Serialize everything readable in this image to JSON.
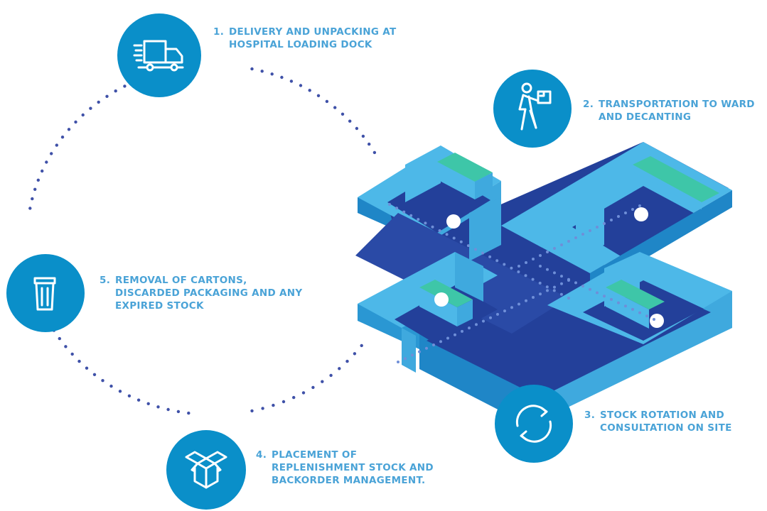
{
  "colors": {
    "circle": "#0a8fc9",
    "text": "#4aa3d7",
    "dots": "#3f51a8",
    "floor": "#23409a",
    "wall_top": "#4db8e8",
    "wall_side_light": "#3fa9de",
    "wall_side_dark": "#1f86c7",
    "shelf_top": "#3ec6a8",
    "marker": "#ffffff"
  },
  "steps": [
    {
      "number": "1.",
      "lines": [
        "DELIVERY AND UNPACKING AT",
        "HOSPITAL LOADING DOCK"
      ],
      "icon": "delivery-truck-icon"
    },
    {
      "number": "2.",
      "lines": [
        "TRANSPORTATION TO WARD",
        "AND DECANTING"
      ],
      "icon": "person-carrying-box-icon"
    },
    {
      "number": "3.",
      "lines": [
        "STOCK ROTATION AND",
        "CONSULTATION ON SITE"
      ],
      "icon": "rotation-arrows-icon"
    },
    {
      "number": "4.",
      "lines": [
        "PLACEMENT OF",
        "REPLENISHMENT STOCK AND",
        "BACKORDER MANAGEMENT."
      ],
      "icon": "open-box-icon"
    },
    {
      "number": "5.",
      "lines": [
        "REMOVAL OF CARTONS,",
        "DISCARDED PACKAGING AND ANY",
        "EXPIRED STOCK"
      ],
      "icon": "trash-bin-icon"
    }
  ]
}
